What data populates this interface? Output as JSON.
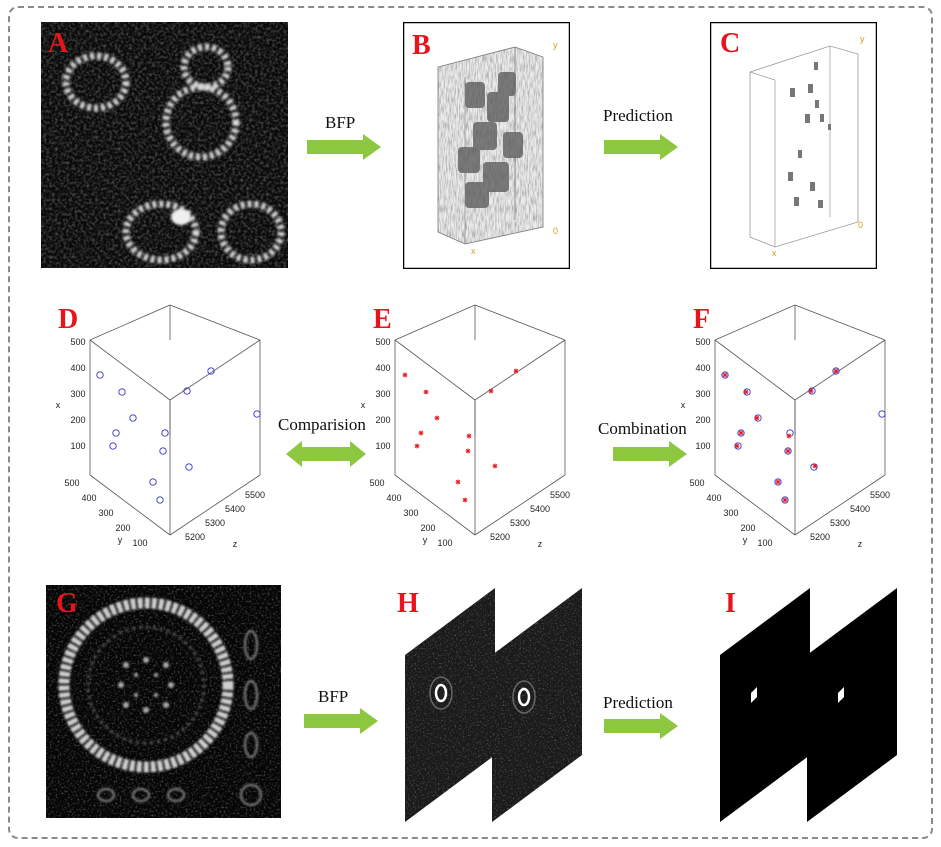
{
  "panels": {
    "A": "A",
    "B": "B",
    "C": "C",
    "D": "D",
    "E": "E",
    "F": "F",
    "G": "G",
    "H": "H",
    "I": "I"
  },
  "steps": {
    "bfp_top": "BFP",
    "prediction_top": "Prediction",
    "comparision": "Comparision",
    "combination": "Combination",
    "bfp_bottom": "BFP",
    "prediction_bottom": "Prediction"
  },
  "volume_axes": {
    "y": "y",
    "x": "x",
    "zero": "0"
  },
  "plot_axes": {
    "x_label": "x",
    "y_label": "y",
    "z_label": "z",
    "x_ticks": [
      "500",
      "400",
      "300",
      "200",
      "100"
    ],
    "y_ticks": [
      "500",
      "400",
      "300",
      "200",
      "100"
    ],
    "z_ticks": [
      "5200",
      "5300",
      "5400",
      "5500"
    ]
  },
  "colors": {
    "arrow": "#8dc63f",
    "letter": "#e8141c",
    "circle_marker": "#3333cc",
    "star_marker": "#e8141c",
    "frame": "#8a8a8a"
  }
}
